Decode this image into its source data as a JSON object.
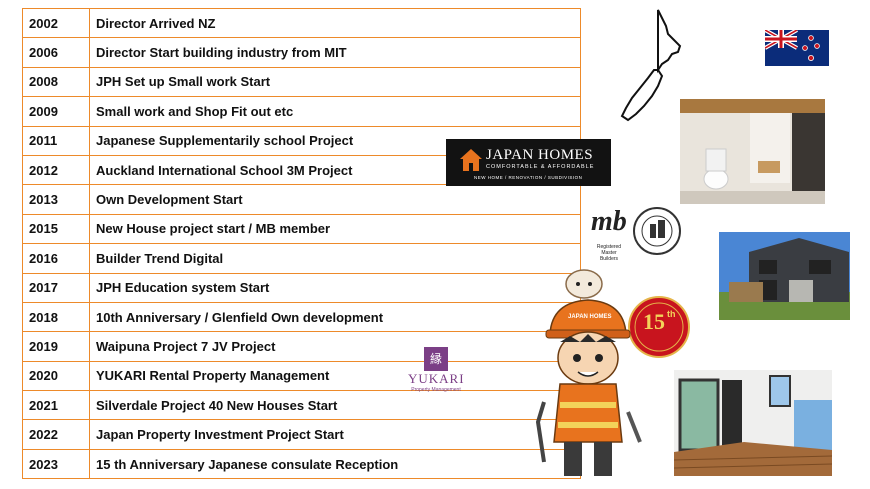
{
  "timeline": [
    {
      "year": "2002",
      "event": "Director Arrived NZ"
    },
    {
      "year": "2006",
      "event": "Director Start building industry from MIT"
    },
    {
      "year": "2008",
      "event": "JPH Set up  Small work Start"
    },
    {
      "year": "2009",
      "event": "Small work and Shop Fit out etc"
    },
    {
      "year": "2011",
      "event": "Japanese Supplementarily school Project"
    },
    {
      "year": "2012",
      "event": "Auckland International School 3M Project"
    },
    {
      "year": "2013",
      "event": "Own Development Start"
    },
    {
      "year": "2015",
      "event": "New House project start  / MB member"
    },
    {
      "year": "2016",
      "event": "Builder Trend Digital"
    },
    {
      "year": "2017",
      "event": "JPH Education system Start"
    },
    {
      "year": "2018",
      "event": "10th Anniversary / Glenfield Own development"
    },
    {
      "year": "2019",
      "event": "Waipuna Project 7 JV Project"
    },
    {
      "year": "2020",
      "event": "YUKARI Rental Property Management"
    },
    {
      "year": "2021",
      "event": "Silverdale Project 40 New Houses Start"
    },
    {
      "year": "2022",
      "event": "Japan Property Investment Project Start"
    },
    {
      "year": "2023",
      "event": "15 th Anniversary Japanese consulate Reception"
    }
  ],
  "logos": {
    "japan_homes_title": "JAPAN HOMES",
    "japan_homes_tagline": "COMFORTABLE & AFFORDABLE",
    "japan_homes_services": "NEW HOME / RENOVATION / SUBDIVISION",
    "mb_letters": "mb",
    "mb_caption": "Registered Master Builders",
    "yukari_kanji": "縁",
    "yukari_name": "YUKARI",
    "yukari_caption": "Property Management",
    "badge_number": "15",
    "badge_suffix": "th",
    "helmet_text": "JAPAN HOMES"
  },
  "colors": {
    "table_border": "#ed8a2a",
    "logo_bg": "#121212",
    "yukari_purple": "#7b3f86",
    "badge_red": "#c8141e",
    "mascot_orange": "#e8731e"
  }
}
